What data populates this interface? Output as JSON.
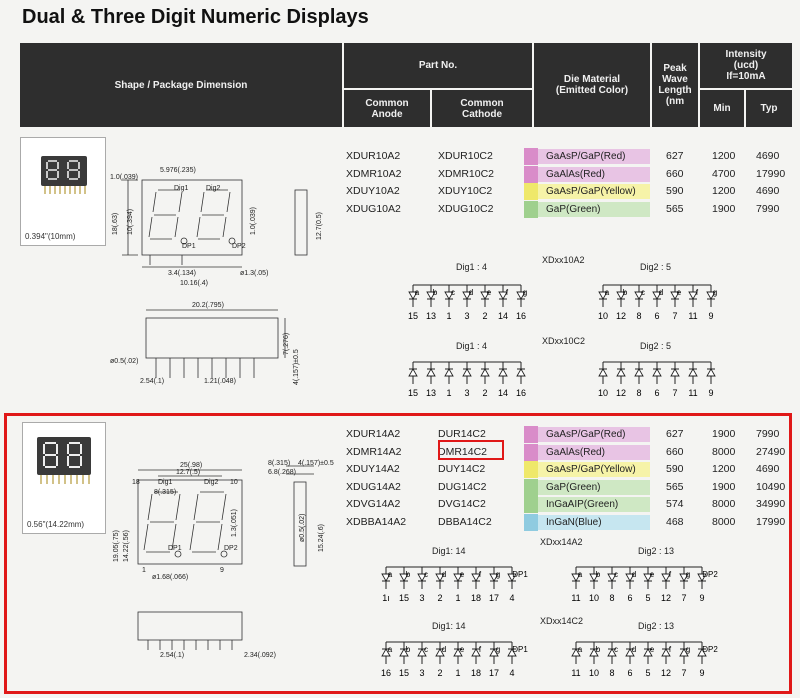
{
  "title": "Dual & Three Digit Numeric Displays",
  "header": {
    "shape": "Shape / Package Dimension",
    "part_no": "Part No.",
    "common_anode": "Common\nAnode",
    "common_cathode": "Common\nCathode",
    "die_material": "Die Material\n(Emitted Color)",
    "peak_wave": "Peak\nWave\nLength\n(nm",
    "intensity": "Intensity\n(ucd)\nIf=10mA",
    "min": "Min",
    "typ": "Typ"
  },
  "section1": {
    "photo_caption": "0.394\"(10mm)",
    "rows": [
      {
        "anode": "XDUR10A2",
        "cathode": "XDUR10C2",
        "material": "GaAsP/GaP(Red)",
        "color": "#e8c4e4",
        "swatch": "#d98cc9",
        "peak": "627",
        "min": "1200",
        "typ": "4690"
      },
      {
        "anode": "XDMR10A2",
        "cathode": "XDMR10C2",
        "material": "GaAlAs(Red)",
        "color": "#e8c4e4",
        "swatch": "#d98cc9",
        "peak": "660",
        "min": "4700",
        "typ": "17990"
      },
      {
        "anode": "XDUY10A2",
        "cathode": "XDUY10C2",
        "material": "GaAsP/GaP(Yellow)",
        "color": "#f6f3a8",
        "swatch": "#efe86a",
        "peak": "590",
        "min": "1200",
        "typ": "4690"
      },
      {
        "anode": "XDUG10A2",
        "cathode": "XDUG10C2",
        "material": "GaP(Green)",
        "color": "#cfe8c4",
        "swatch": "#9fd08e",
        "peak": "565",
        "min": "1900",
        "typ": "7990"
      }
    ],
    "dims": [
      "5.976(.235)",
      "1.0(.039)",
      "Dig1",
      "Dig2",
      "18(.63)",
      "10(.394)",
      "1.0(.039)",
      "12.7(0.5)",
      "DP1",
      "DP2",
      "3.4(.134)",
      "10.16(.4)",
      "ø1.3(.05)",
      "20.2(.795)",
      "7(.276)",
      "4(.157)±0.5",
      "ø0.5(.02)",
      "2.54(.1)",
      "1.21(.048)"
    ],
    "diagrams": [
      {
        "label": "XDxx10A2",
        "dig1": "Dig1 : 4",
        "dig2": "Dig2 : 5",
        "seg1": [
          "a",
          "b",
          "c",
          "d",
          "e",
          "f",
          "g"
        ],
        "pins1": [
          "15",
          "13",
          "1",
          "3",
          "2",
          "14",
          "16"
        ],
        "seg2": [
          "a",
          "b",
          "c",
          "d",
          "e",
          "f",
          "g"
        ],
        "pins2": [
          "10",
          "12",
          "8",
          "6",
          "7",
          "11",
          "9"
        ]
      },
      {
        "label": "XDxx10C2",
        "dig1": "Dig1 : 4",
        "dig2": "Dig2 : 5",
        "pins1": [
          "15",
          "13",
          "1",
          "3",
          "2",
          "14",
          "16"
        ],
        "pins2": [
          "10",
          "12",
          "8",
          "6",
          "7",
          "11",
          "9"
        ]
      }
    ]
  },
  "section2": {
    "photo_caption": "0.56\"(14.22mm)",
    "rows": [
      {
        "anode": "XDUR14A2",
        "cathode": "DUR14C2",
        "material": "GaAsP/GaP(Red)",
        "color": "#e8c4e4",
        "swatch": "#d98cc9",
        "peak": "627",
        "min": "1900",
        "typ": "7990"
      },
      {
        "anode": "XDMR14A2",
        "cathode": "DMR14C2",
        "material": "GaAlAs(Red)",
        "color": "#e8c4e4",
        "swatch": "#d98cc9",
        "peak": "660",
        "min": "8000",
        "typ": "27490"
      },
      {
        "anode": "XDUY14A2",
        "cathode": "DUY14C2",
        "material": "GaAsP/GaP(Yellow)",
        "color": "#f6f3a8",
        "swatch": "#efe86a",
        "peak": "590",
        "min": "1200",
        "typ": "4690"
      },
      {
        "anode": "XDUG14A2",
        "cathode": "DUG14C2",
        "material": "GaP(Green)",
        "color": "#cfe8c4",
        "swatch": "#9fd08e",
        "peak": "565",
        "min": "1900",
        "typ": "10490"
      },
      {
        "anode": "XDVG14A2",
        "cathode": "DVG14C2",
        "material": "InGaAIP(Green)",
        "color": "#cfe8c4",
        "swatch": "#9fd08e",
        "peak": "574",
        "min": "8000",
        "typ": "34990"
      },
      {
        "anode": "XDBBA14A2",
        "cathode": "DBBA14C2",
        "material": "InGaN(Blue)",
        "color": "#c6e6f0",
        "swatch": "#8fcbe0",
        "peak": "468",
        "min": "8000",
        "typ": "17990"
      }
    ],
    "dims": [
      "25(.98)",
      "12.7(.5)",
      "18",
      "Dig1",
      "Dig2",
      "10",
      "8(.315)",
      "19.05(.75)",
      "14.22(.56)",
      "1.3(.051)",
      "DP1",
      "DP2",
      "1",
      "9",
      "ø1.68(.066)",
      "8(.315)",
      "4(.157)±0.5",
      "6.8(.268)",
      "ø0.5(.02)",
      "15.24(.6)",
      "2.54(.1)",
      "2.34(.092)"
    ],
    "diagrams": [
      {
        "label": "XDxx14A2",
        "dig1": "Dig1: 14",
        "dig2": "Dig2 : 13",
        "seg1": [
          "a",
          "b",
          "c",
          "d",
          "e",
          "f",
          "g",
          "DP1"
        ],
        "pins1": [
          "1ı",
          "15",
          "3",
          "2",
          "1",
          "18",
          "17",
          "4"
        ],
        "seg2": [
          "a",
          "b",
          "c",
          "d",
          "e",
          "f",
          "g",
          "DP2"
        ],
        "pins2": [
          "11",
          "10",
          "8",
          "6",
          "5",
          "12",
          "7",
          "9"
        ]
      },
      {
        "label": "XDxx14C2",
        "dig1": "Dig1: 14",
        "dig2": "Dig2 : 13",
        "seg1": [
          "a",
          "b",
          "c",
          "d",
          "e",
          "f",
          "g",
          "DP1"
        ],
        "pins1": [
          "16",
          "15",
          "3",
          "2",
          "1",
          "18",
          "17",
          "4"
        ],
        "seg2": [
          "a",
          "b",
          "c",
          "d",
          "e",
          "f",
          "g",
          "DP2"
        ],
        "pins2": [
          "11",
          "10",
          "8",
          "6",
          "5",
          "12",
          "7",
          "9"
        ]
      }
    ]
  },
  "highlight_color": "#e01818"
}
